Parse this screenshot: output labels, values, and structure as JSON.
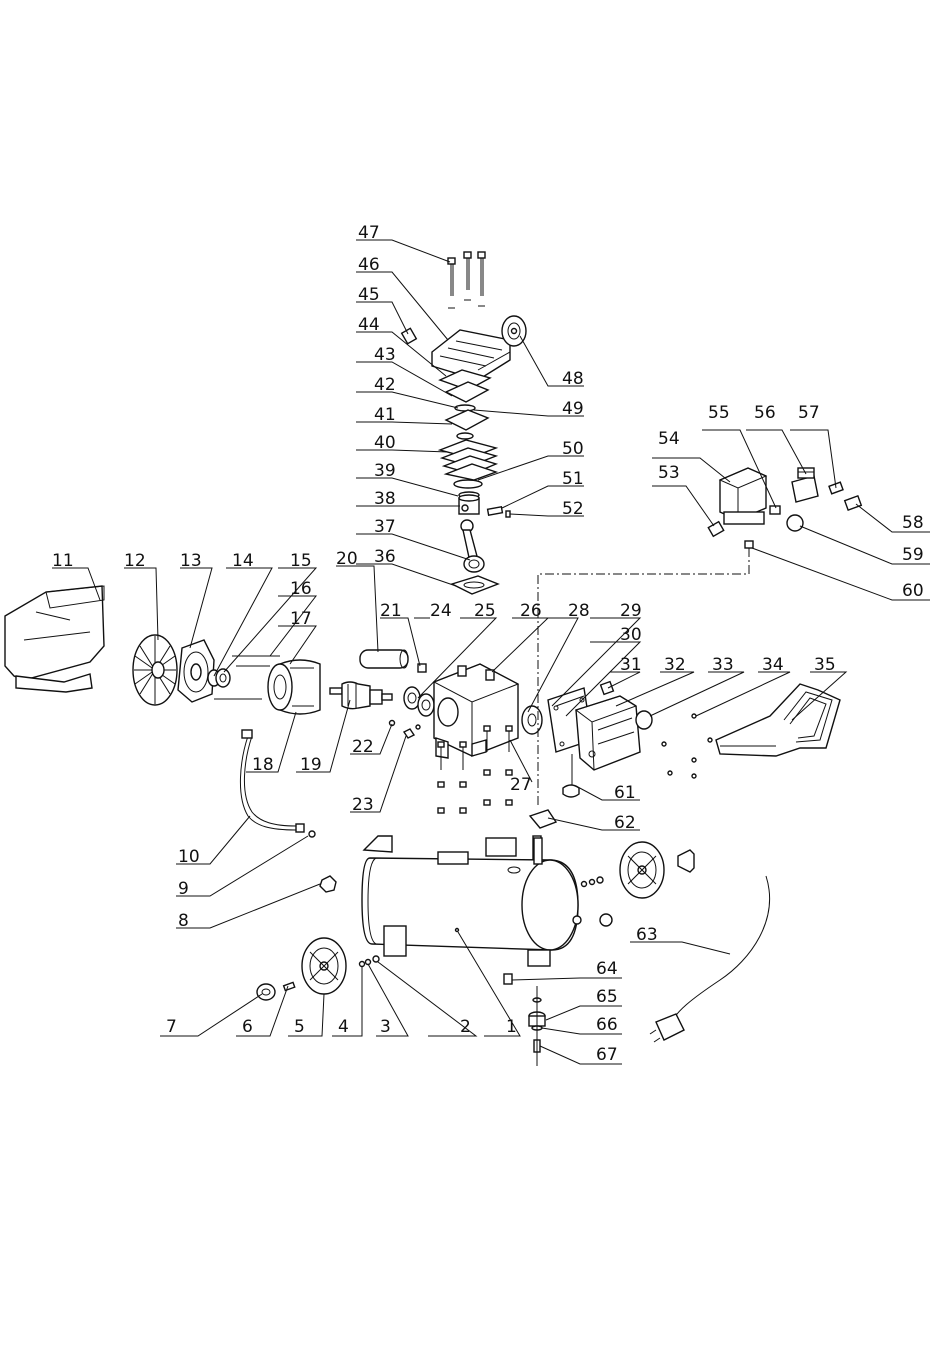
{
  "diagram": {
    "type": "exploded-parts-view",
    "part_numbers": [
      "1",
      "2",
      "3",
      "4",
      "5",
      "6",
      "7",
      "8",
      "9",
      "10",
      "11",
      "12",
      "13",
      "14",
      "15",
      "16",
      "17",
      "18",
      "19",
      "20",
      "21",
      "22",
      "23",
      "24",
      "25",
      "26",
      "27",
      "28",
      "29",
      "30",
      "31",
      "32",
      "33",
      "34",
      "35",
      "36",
      "37",
      "38",
      "39",
      "40",
      "41",
      "42",
      "43",
      "44",
      "45",
      "46",
      "47",
      "48",
      "49",
      "50",
      "51",
      "52",
      "53",
      "54",
      "55",
      "56",
      "57",
      "58",
      "59",
      "60",
      "61",
      "62",
      "63",
      "64",
      "65",
      "66",
      "67"
    ]
  }
}
